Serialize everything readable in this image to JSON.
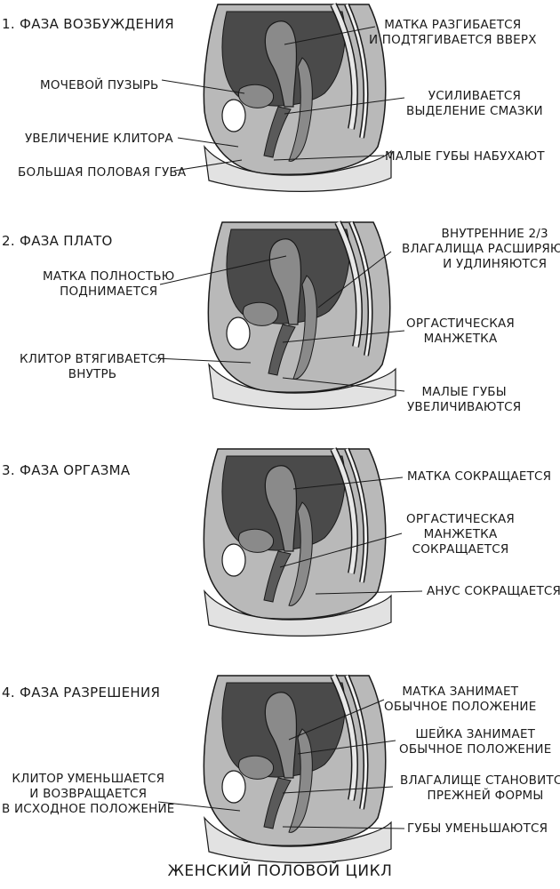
{
  "panels": [
    {
      "title": "1. ФАЗА ВОЗБУЖДЕНИЯ",
      "labels": {
        "uterus": [
          "МАТКА РАЗГИБАЕТСЯ",
          "И ПОДТЯГИВАЕТСЯ ВВЕРХ"
        ],
        "bladder": "МОЧЕВОЙ ПУЗЫРЬ",
        "lubrication": [
          "УСИЛИВАЕТСЯ",
          "ВЫДЕЛЕНИЕ СМАЗКИ"
        ],
        "clitoris": "УВЕЛИЧЕНИЕ КЛИТОРА",
        "labia_minora": "МАЛЫЕ ГУБЫ НАБУХАЮТ",
        "labia_majora": "БОЛЬШАЯ ПОЛОВАЯ ГУБА"
      }
    },
    {
      "title": "2. ФАЗА ПЛАТО",
      "labels": {
        "uterus": [
          "МАТКА ПОЛНОСТЬЮ",
          "ПОДНИМАЕТСЯ"
        ],
        "vagina": [
          "ВНУТРЕННИЕ 2/3",
          "ВЛАГАЛИЩА РАСШИРЯЮТСЯ",
          "И УДЛИНЯЮТСЯ"
        ],
        "cuff": [
          "ОРГАСТИЧЕСКАЯ",
          "МАНЖЕТКА"
        ],
        "clitoris": [
          "КЛИТОР ВТЯГИВАЕТСЯ",
          "ВНУТРЬ"
        ],
        "labia_minora": [
          "МАЛЫЕ ГУБЫ",
          "УВЕЛИЧИВАЮТСЯ"
        ]
      }
    },
    {
      "title": "3. ФАЗА ОРГАЗМА",
      "labels": {
        "uterus": "МАТКА СОКРАЩАЕТСЯ",
        "cuff": [
          "ОРГАСТИЧЕСКАЯ",
          "МАНЖЕТКА",
          "СОКРАЩАЕТСЯ"
        ],
        "anus": "АНУС СОКРАЩАЕТСЯ"
      }
    },
    {
      "title": "4. ФАЗА РАЗРЕШЕНИЯ",
      "labels": {
        "uterus": [
          "МАТКА ЗАНИМАЕТ",
          "ОБЫЧНОЕ ПОЛОЖЕНИЕ"
        ],
        "cervix": [
          "ШЕЙКА ЗАНИМАЕТ",
          "ОБЫЧНОЕ ПОЛОЖЕНИЕ"
        ],
        "clitoris": [
          "КЛИТОР УМЕНЬШАЕТСЯ",
          "И ВОЗВРАЩАЕТСЯ",
          "В ИСХОДНОЕ ПОЛОЖЕНИЕ"
        ],
        "vagina": [
          "ВЛАГАЛИЩЕ СТАНОВИТСЯ",
          "ПРЕЖНЕЙ ФОРМЫ"
        ],
        "labia": "ГУБЫ УМЕНЬШАЮТСЯ"
      }
    }
  ],
  "footer": "ЖЕНСКИЙ ПОЛОВОЙ ЦИКЛ",
  "colors": {
    "dark": "#4a4a4a",
    "mid": "#8a8a8a",
    "light": "#cfcfcf",
    "outline": "#1a1a1a"
  }
}
